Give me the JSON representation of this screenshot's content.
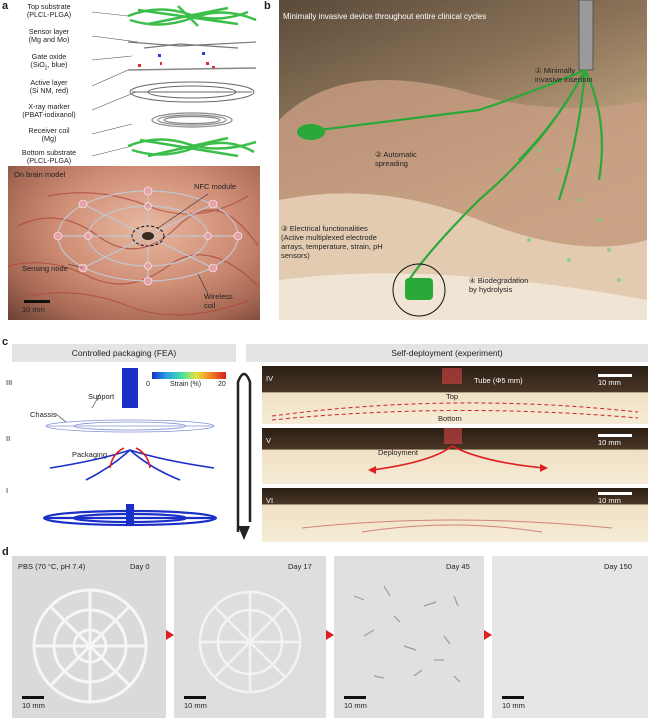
{
  "panel_a": {
    "letter": "a",
    "layers": [
      {
        "name": "Top substrate",
        "detail": "(PLCL-PLGA)"
      },
      {
        "name": "Sensor layer",
        "detail": "(Mg and Mo)"
      },
      {
        "name": "Gate oxide",
        "detail": "(SiO",
        "detail_sub": "2",
        "detail_tail": ", blue)"
      },
      {
        "name": "Active layer",
        "detail": "(Si NM, red)"
      },
      {
        "name": "X-ray marker",
        "detail": "(PBAT-iodixanol)"
      },
      {
        "name": "Receiver coil",
        "detail": "(Mg)"
      },
      {
        "name": "Bottom substrate",
        "detail": "(PLCL-PLGA)"
      }
    ],
    "photo": {
      "title": "On brain model",
      "nfc": "NFC module",
      "sensing": "Sensing node",
      "wireless_1": "Wireless",
      "wireless_2": "coil",
      "scale": "10 mm"
    }
  },
  "panel_b": {
    "letter": "b",
    "title": "Minimally invasive device throughout entire clinical cycles",
    "step1a": "① Minimally",
    "step1b": "invasive insertion",
    "step2a": "② Automatic",
    "step2b": "spreading",
    "step3a": "③ Electrical functionalities",
    "step3b": "(Active multiplexed electrode",
    "step3c": "arrays, temperature, strain, pH",
    "step3d": "sensors)",
    "step4a": "④ Biodegradation",
    "step4b": "by hydrolysis"
  },
  "panel_c": {
    "letter": "c",
    "left_header": "Controlled packaging (FEA)",
    "right_header": "Self-deployment (experiment)",
    "stage_III": "III",
    "stage_II": "II",
    "stage_I": "I",
    "support": "Support",
    "chassis": "Chassis",
    "packaging": "Packaging",
    "strain_label": "Strain (%)",
    "strain_min": "0",
    "strain_max": "20",
    "exp": [
      {
        "num": "IV",
        "scale": "10 mm",
        "tube": "Tube (Φ5 mm)",
        "top": "Top",
        "bottom": "Bottom"
      },
      {
        "num": "V",
        "scale": "10 mm",
        "deploy": "Deployment"
      },
      {
        "num": "VI",
        "scale": "10 mm"
      }
    ]
  },
  "panel_d": {
    "letter": "d",
    "condition": "PBS (70 °C, pH 7.4)",
    "days": [
      "Day 0",
      "Day 17",
      "Day 45",
      "Day 150"
    ],
    "scale": "10 mm"
  },
  "colors": {
    "green": "#3cbf4a",
    "red_arrow": "#e02020",
    "fea_blue": "#1a2fc8",
    "header_gray": "#e4e4e4"
  }
}
